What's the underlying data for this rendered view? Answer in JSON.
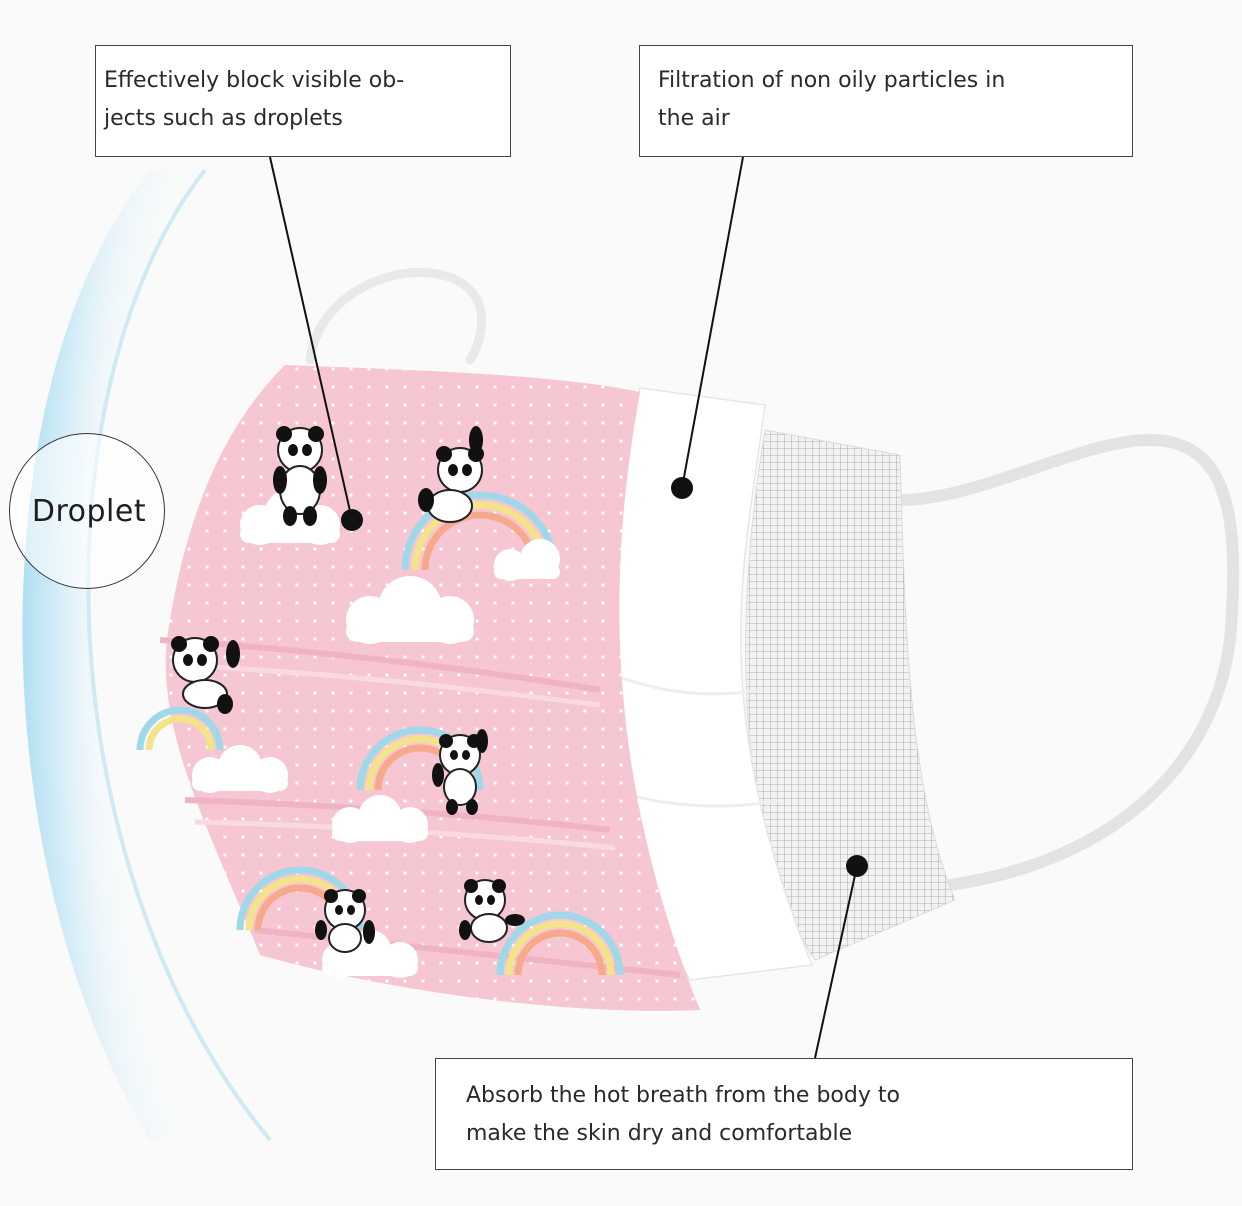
{
  "callouts": {
    "top_left": "Effectively block visible ob-jects such as droplets",
    "top_left_lines": [
      "Effectively block visible ob-",
      "jects such as droplets"
    ],
    "top_right_lines": [
      "Filtration of non oily particles in",
      "the air"
    ],
    "bottom_right_lines": [
      "Absorb the hot breath from the body to",
      "make the skin dry and comfortable"
    ]
  },
  "droplet_label": "Droplet",
  "colors": {
    "outer_layer_pink": "#f4c3d0",
    "middle_layer": "#ffffff",
    "inner_layer": "#eeeeee",
    "droplet_shield": "#bfe6f6",
    "leader_line": "#111111"
  }
}
